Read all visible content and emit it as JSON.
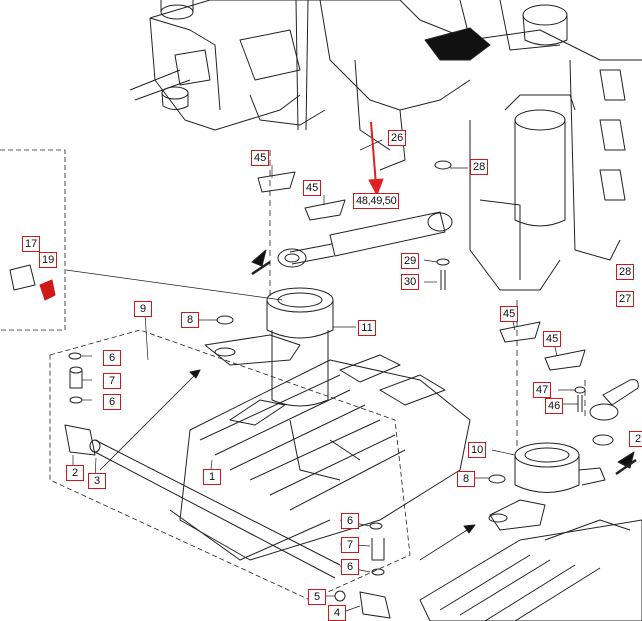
{
  "callouts": {
    "c17": "17",
    "c19": "19",
    "c45a": "45",
    "c45b": "45",
    "c45c": "45",
    "c45d": "45",
    "c26": "26",
    "c28a": "28",
    "c28b": "28",
    "c27": "27",
    "c484950": "48,49,50",
    "c29": "29",
    "c30": "30",
    "c9": "9",
    "c8a": "8",
    "c8b": "8",
    "c11": "11",
    "c10": "10",
    "c6a": "6",
    "c6b": "6",
    "c6c": "6",
    "c6d": "6",
    "c7a": "7",
    "c7b": "7",
    "c2a": "2",
    "c2b": "2",
    "c3": "3",
    "c1": "1",
    "c47": "47",
    "c46": "46",
    "c5": "5",
    "c4": "4"
  },
  "colors": {
    "line": "#222222",
    "callout_border": "#d01818",
    "arrow": "#e02020",
    "fill": "#111111"
  },
  "icons": [
    "leader-arrow",
    "red-pointer-arrow",
    "view-arrow"
  ]
}
